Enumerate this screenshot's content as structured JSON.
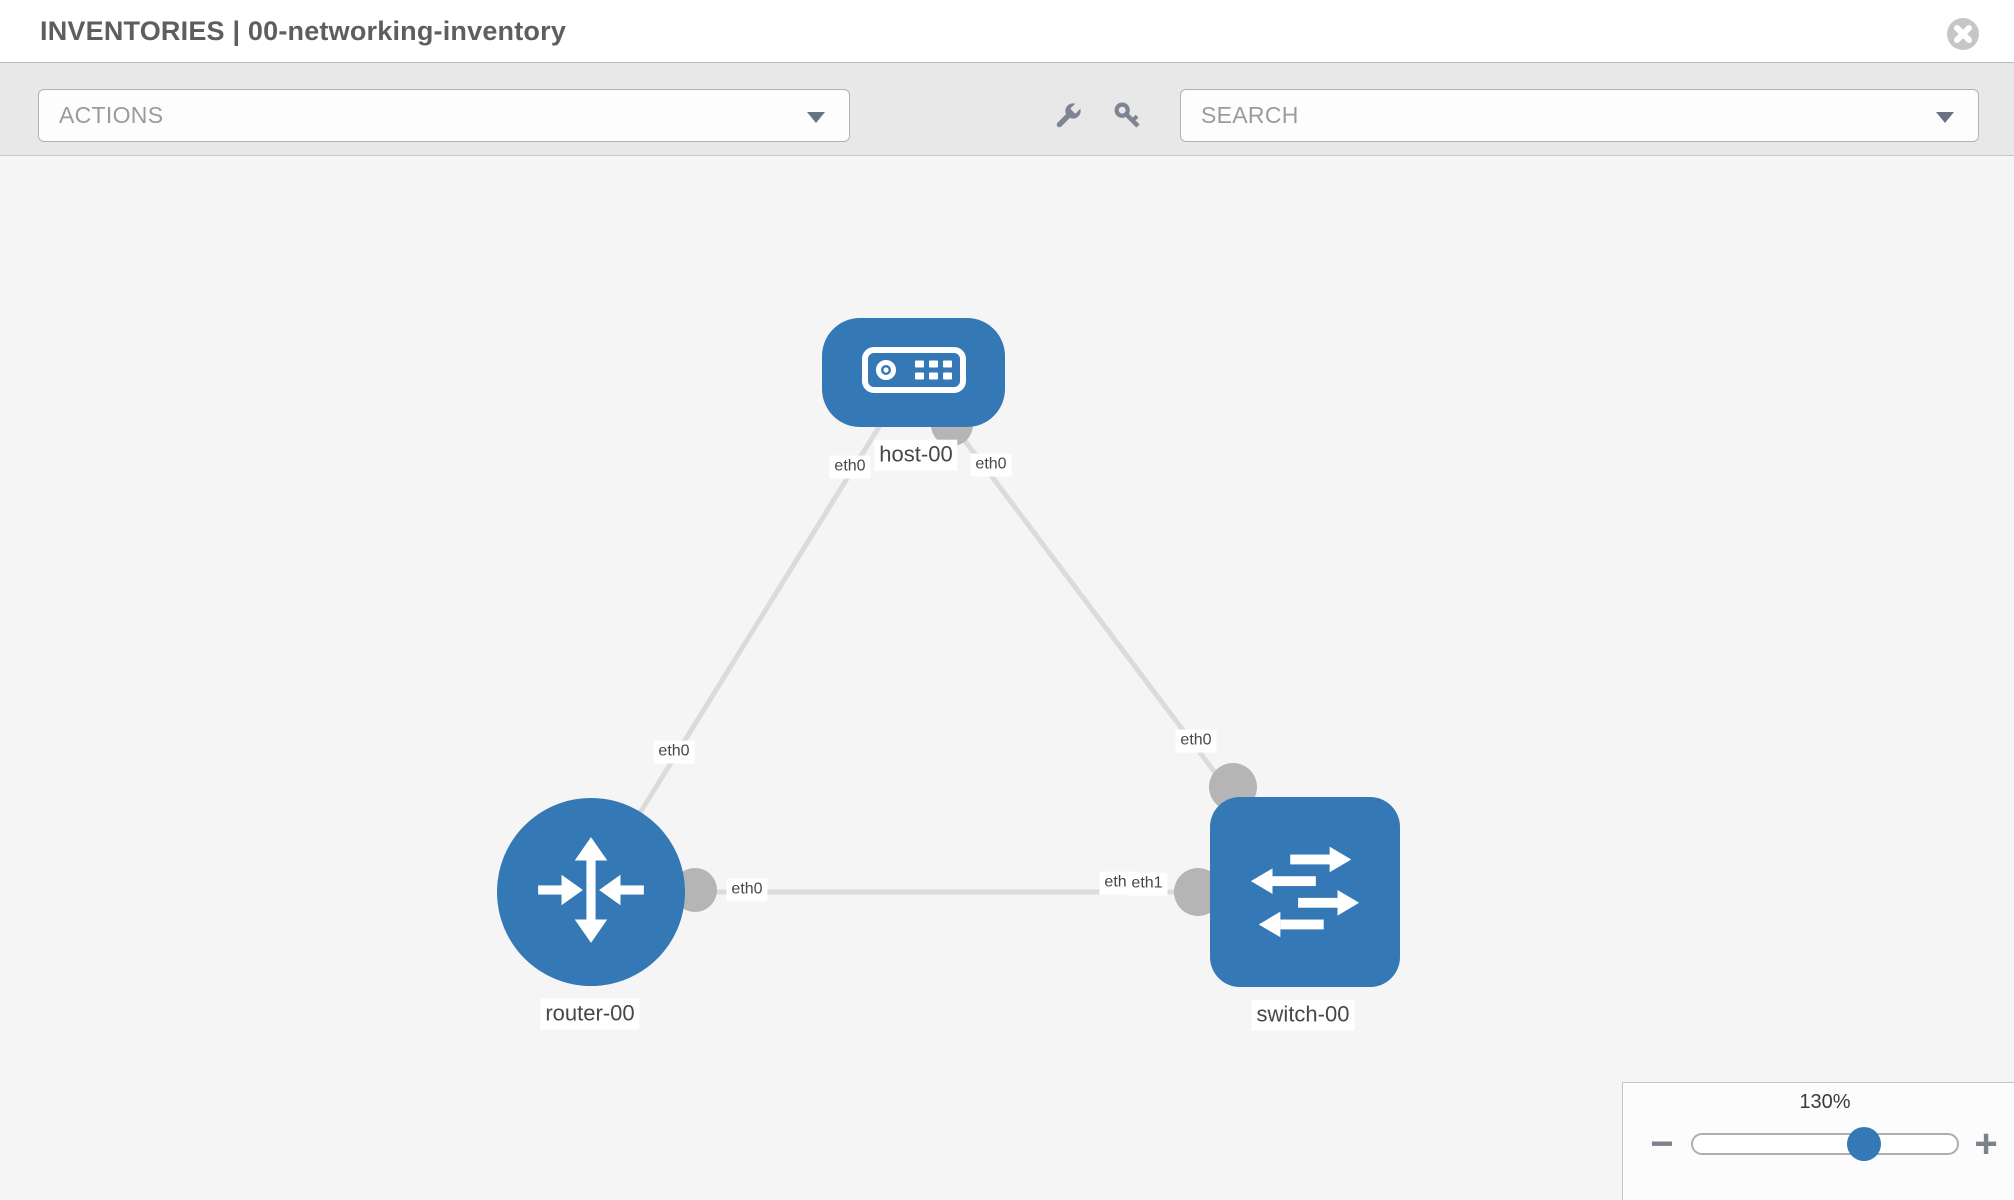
{
  "window": {
    "title": "INVENTORIES | 00-networking-inventory"
  },
  "toolbar": {
    "actions_dropdown": {
      "label": "ACTIONS"
    },
    "search_dropdown": {
      "label": "SEARCH"
    },
    "tools": {
      "wrench": "wrench-icon",
      "key": "key-icon"
    }
  },
  "topology": {
    "nodes": [
      {
        "id": "host-00",
        "type": "host",
        "label": "host-00"
      },
      {
        "id": "router-00",
        "type": "router",
        "label": "router-00"
      },
      {
        "id": "switch-00",
        "type": "switch",
        "label": "switch-00"
      }
    ],
    "links": [
      {
        "from": "host-00",
        "from_iface": "eth0",
        "to": "router-00",
        "to_iface": "eth0"
      },
      {
        "from": "host-00",
        "from_iface": "eth0",
        "to": "switch-00",
        "to_iface": "eth0"
      },
      {
        "from": "router-00",
        "from_iface": "eth0",
        "to": "switch-00",
        "to_iface": "eth1"
      }
    ],
    "overlapped_iface_label": "eth0"
  },
  "zoom_control": {
    "value": "130%",
    "minus": "−",
    "plus": "+"
  },
  "colors": {
    "node_blue": "#3478b5",
    "link_gray": "#dbdbdb",
    "port_gray": "#b5b5b5",
    "canvas_bg": "#f5f5f5",
    "toolbar_bg": "#e8e8e8",
    "icon_gray": "#7d8590",
    "label_text": "#474747",
    "placeholder_text": "#9b9b9b",
    "title_text": "#5e5e5e"
  }
}
